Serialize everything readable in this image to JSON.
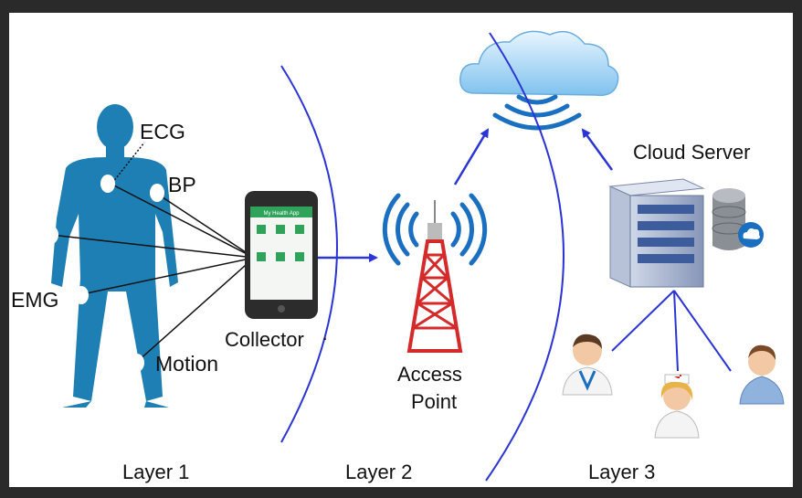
{
  "sensors": {
    "ecg": "ECG",
    "bp": "BP",
    "emg": "EMG",
    "motion": "Motion"
  },
  "devices": {
    "collector": "Collector",
    "collector_dot": "·",
    "access_point_line1": "Access",
    "access_point_line2": "Point",
    "cloud_server": "Cloud Server"
  },
  "phone": {
    "app_title": "My Health App"
  },
  "layers": [
    "Layer 1",
    "Layer 2",
    "Layer 3"
  ],
  "colors": {
    "body": "#1e7fb4",
    "boundary": "#2b34d6",
    "arrow": "#2b34d6",
    "phone_screen": "#2fa35a",
    "tower": "#d42a2a",
    "cloud": "#9fd2f2",
    "wave": "#1b6fc0"
  },
  "icons": [
    "human-body-icon",
    "smartphone-icon",
    "tower-icon",
    "cloud-icon",
    "server-icon",
    "database-icon",
    "doctor-icon",
    "nurse-icon",
    "patient-icon"
  ]
}
